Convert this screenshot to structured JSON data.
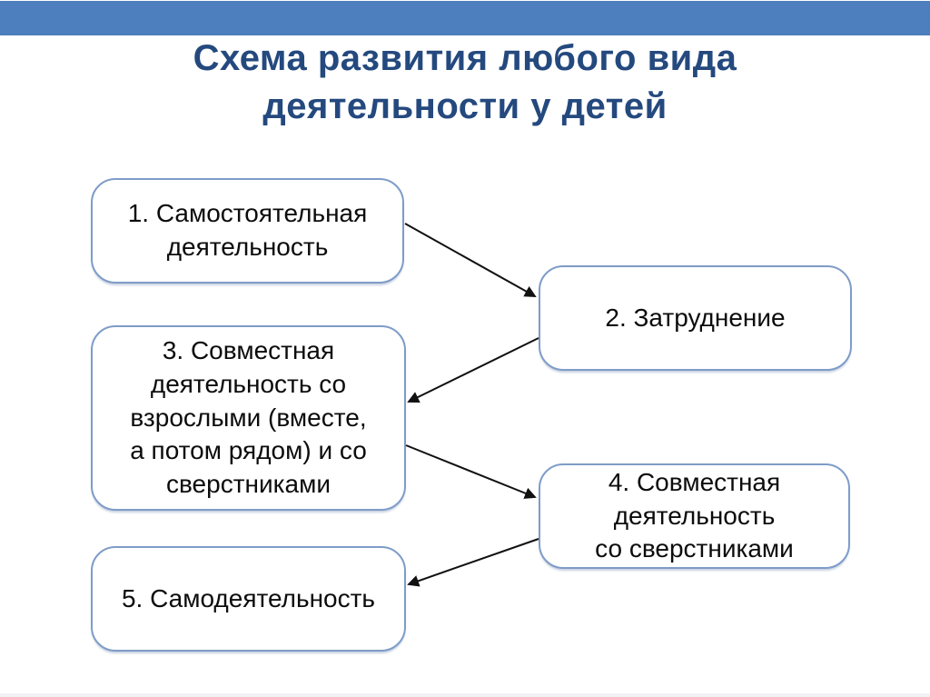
{
  "slide": {
    "title": "Схема развития любого вида\nдеятельности у детей"
  },
  "colors": {
    "accent_bar": "#4d7ebd",
    "title_text": "#24497e",
    "box_border": "#7e9cc8",
    "box_fill": "#ffffff",
    "arrow": "#111111",
    "background": "#ffffff"
  },
  "boxes": [
    {
      "id": "1",
      "label": "1. Самостоятельная\nдеятельность"
    },
    {
      "id": "2",
      "label": "2. Затруднение"
    },
    {
      "id": "3",
      "label": "3. Совместная\nдеятельность со\nвзрослыми (вместе,\nа потом рядом) и со\nсверстниками"
    },
    {
      "id": "4",
      "label": "4. Совместная\nдеятельность\nсо сверстниками"
    },
    {
      "id": "5",
      "label": "5. Самодеятельность"
    }
  ],
  "arrows": [
    {
      "from": "1",
      "to": "2"
    },
    {
      "from": "2",
      "to": "3"
    },
    {
      "from": "3",
      "to": "4"
    },
    {
      "from": "4",
      "to": "5"
    }
  ]
}
